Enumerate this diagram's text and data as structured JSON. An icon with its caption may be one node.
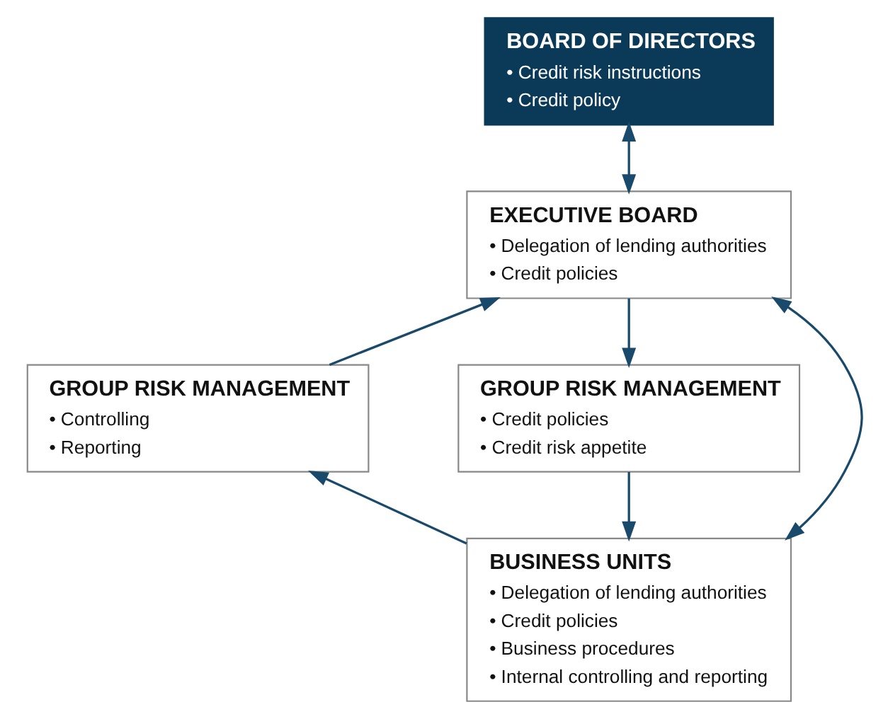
{
  "diagram": {
    "nodes": [
      {
        "text": [
          "BOARD OF DIRECTORS",
          "• Credit risk instructions",
          "• Credit policy"
        ]
      },
      {
        "text": [
          "EXECUTIVE BOARD",
          "• Delegation of lending authorities",
          "• Credit policies"
        ]
      },
      {
        "text": [
          "GROUP RISK MANAGEMENT",
          "• Controlling",
          "• Reporting"
        ]
      },
      {
        "text": [
          "GROUP RISK MANAGEMENT",
          "• Credit policies",
          "• Credit risk appetite"
        ]
      },
      {
        "text": [
          "BUSINESS UNITS",
          "• Delegation of lending authorities",
          "• Credit policies",
          "• Business procedures",
          "• Internal controlling and reporting"
        ]
      }
    ],
    "edges": [
      {
        "from": 0,
        "to": 1,
        "arrow": "both"
      },
      {
        "from": 1,
        "to": 3,
        "arrow": "to"
      },
      {
        "from": 3,
        "to": 4,
        "arrow": "to"
      },
      {
        "from": 4,
        "to": 2,
        "arrow": "to"
      },
      {
        "from": 2,
        "to": 1,
        "arrow": "to"
      },
      {
        "from": 1,
        "to": 4,
        "arrow": "both"
      }
    ]
  }
}
